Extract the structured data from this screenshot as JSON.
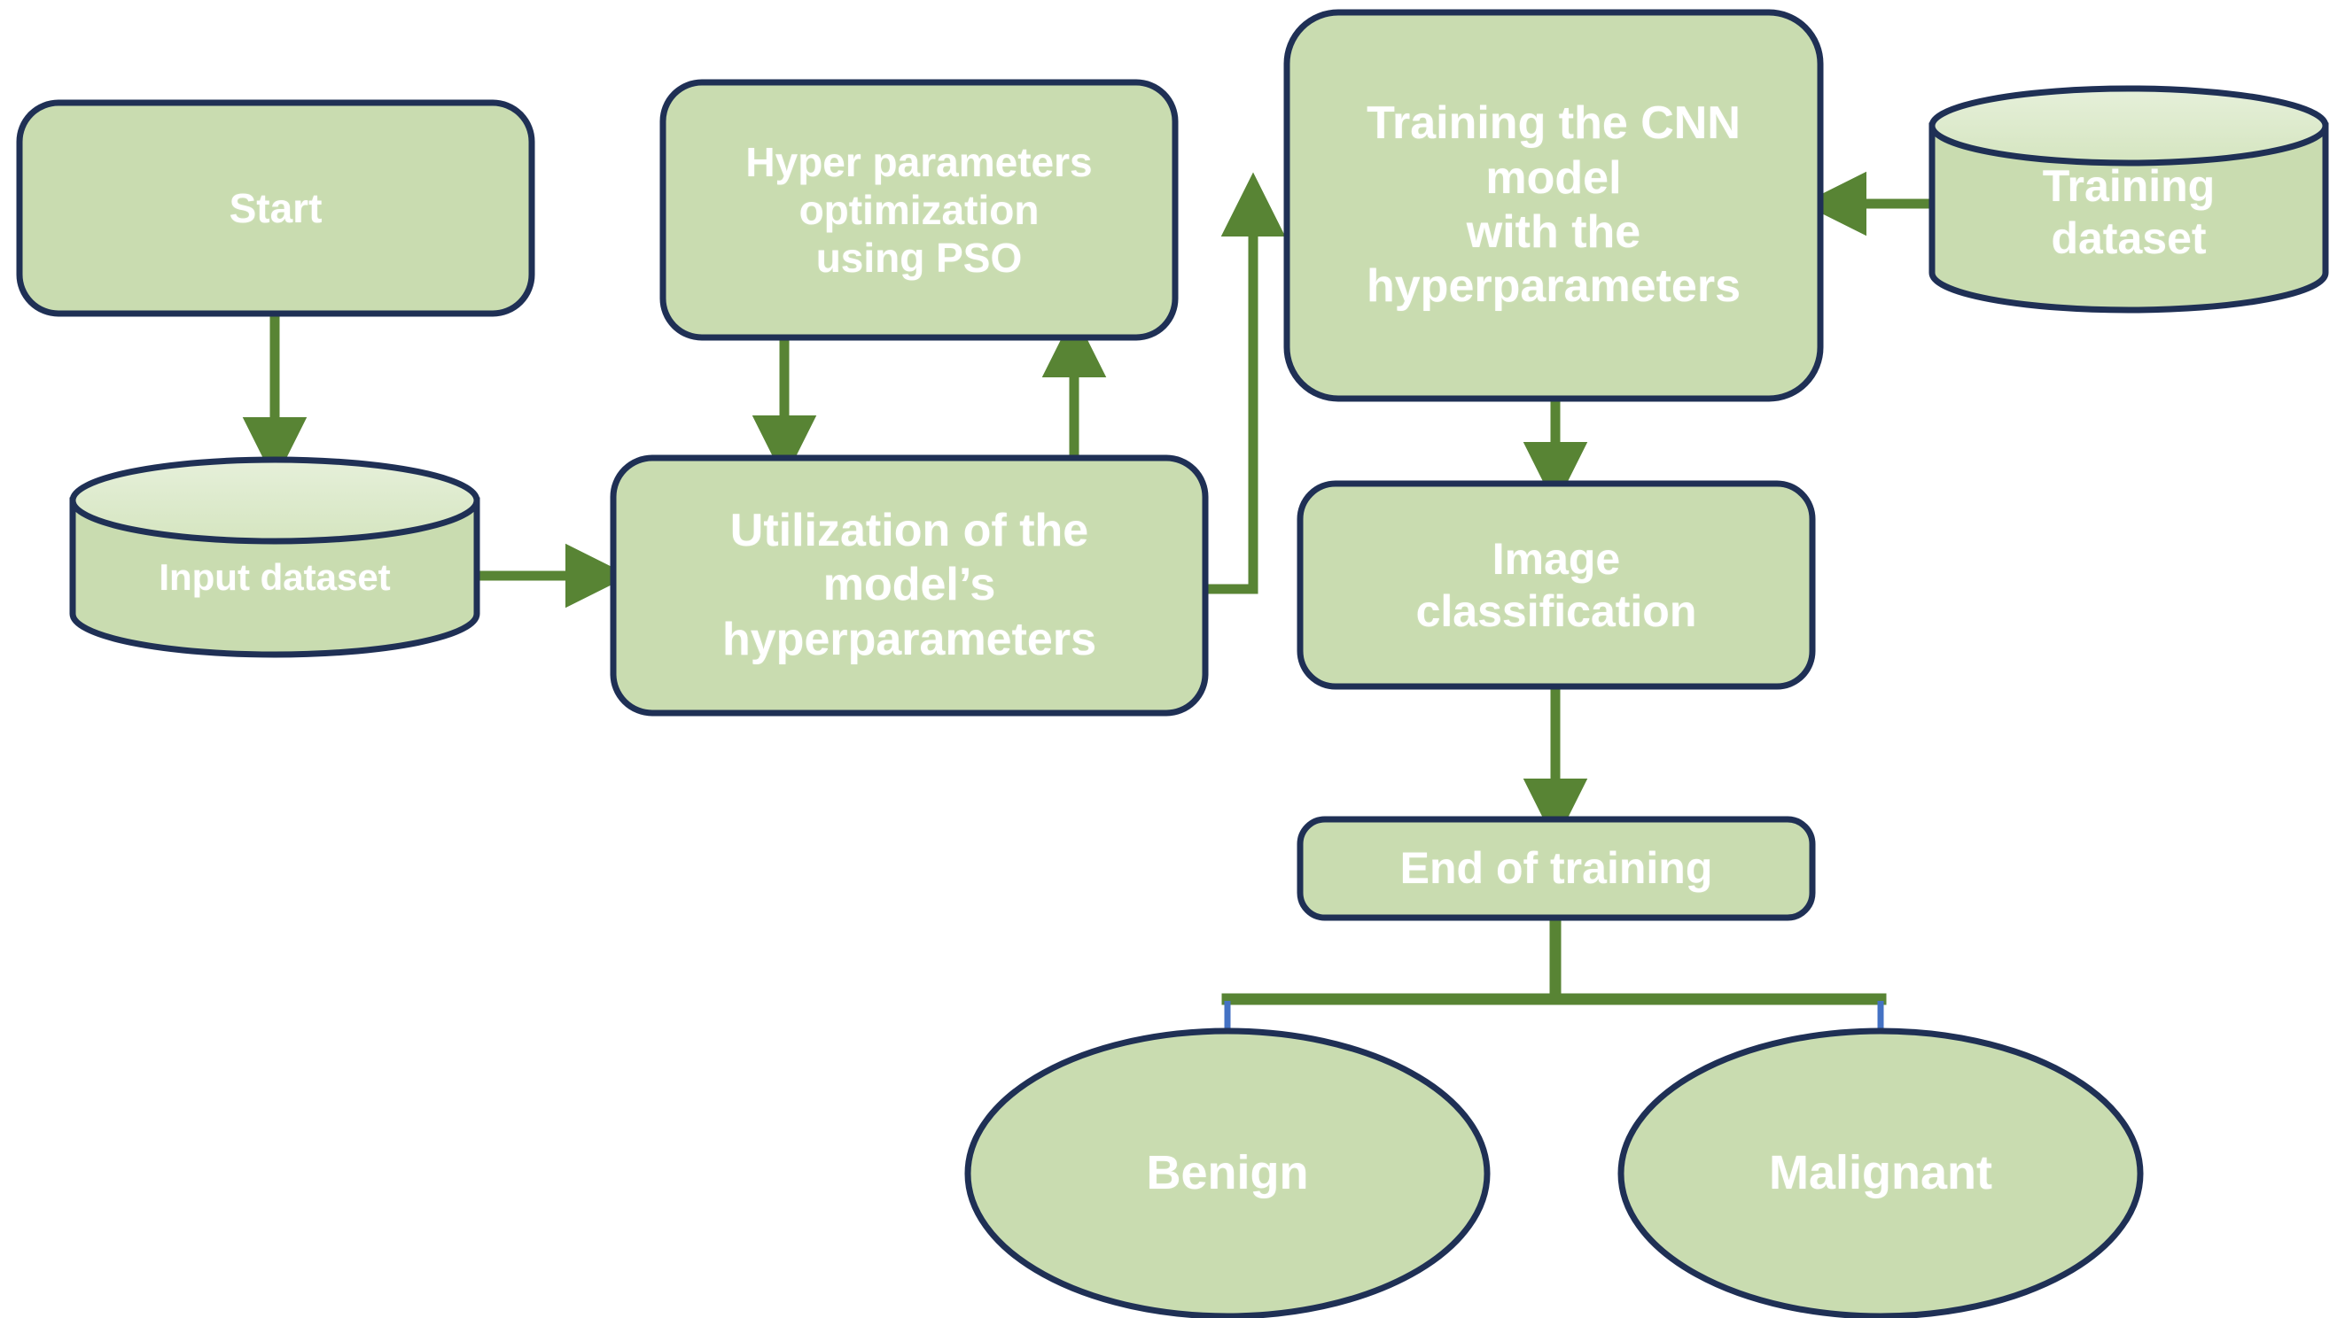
{
  "diagram": {
    "title": "CNN training with PSO hyperparameter optimization flowchart",
    "colors": {
      "node_fill": "#c9dcb0",
      "node_fill_top": "#dfeacd",
      "node_stroke": "#1f3055",
      "arrow_green": "#588434",
      "arrow_blue": "#4472c4",
      "label_text": "#ffffff",
      "background": "#ffffff"
    },
    "nodes": [
      {
        "id": "start",
        "shape": "rounded-rectangle",
        "label": "Start",
        "font_size": 46
      },
      {
        "id": "input-dataset",
        "shape": "cylinder",
        "label": "Input dataset",
        "font_size": 42
      },
      {
        "id": "hyper-parameters-optimization",
        "shape": "rounded-rectangle",
        "label": "Hyper parameters\noptimization\nusing PSO",
        "font_size": 46
      },
      {
        "id": "utilization-of-model-hyperparameters",
        "shape": "rounded-rectangle",
        "label": "Utilization of the\nmodel’s\nhyperparameters",
        "font_size": 52
      },
      {
        "id": "training-the-cnn-model",
        "shape": "rounded-rectangle",
        "label": "Training the CNN\nmodel\nwith the\nhyperparameters",
        "font_size": 52
      },
      {
        "id": "training-dataset",
        "shape": "cylinder",
        "label": "Training\ndataset",
        "font_size": 50
      },
      {
        "id": "image-classification",
        "shape": "rounded-rectangle",
        "label": "Image\nclassification",
        "font_size": 50
      },
      {
        "id": "end-of-training",
        "shape": "rounded-rectangle",
        "label": "End of training",
        "font_size": 50
      },
      {
        "id": "benign",
        "shape": "ellipse",
        "label": "Benign",
        "font_size": 54
      },
      {
        "id": "malignant",
        "shape": "ellipse",
        "label": "Malignant",
        "font_size": 54
      }
    ],
    "edges": [
      {
        "id": "start-to-input-dataset",
        "from": "start",
        "to": "input-dataset",
        "color": "#588434",
        "label": ""
      },
      {
        "id": "input-dataset-to-utilization",
        "from": "input-dataset",
        "to": "utilization-of-model-hyperparameters",
        "color": "#588434",
        "label": ""
      },
      {
        "id": "hyper-parameters-to-utilization",
        "from": "hyper-parameters-optimization",
        "to": "utilization-of-model-hyperparameters",
        "color": "#588434",
        "label": ""
      },
      {
        "id": "utilization-to-hyper-parameters",
        "from": "utilization-of-model-hyperparameters",
        "to": "hyper-parameters-optimization",
        "color": "#588434",
        "label": ""
      },
      {
        "id": "utilization-to-training-cnn",
        "from": "utilization-of-model-hyperparameters",
        "to": "training-the-cnn-model",
        "color": "#588434",
        "label": ""
      },
      {
        "id": "training-dataset-to-training-cnn",
        "from": "training-dataset",
        "to": "training-the-cnn-model",
        "color": "#588434",
        "label": ""
      },
      {
        "id": "training-cnn-to-image-classification",
        "from": "training-the-cnn-model",
        "to": "image-classification",
        "color": "#588434",
        "label": ""
      },
      {
        "id": "image-classification-to-end-of-training",
        "from": "image-classification",
        "to": "end-of-training",
        "color": "#588434",
        "label": ""
      },
      {
        "id": "end-of-training-to-benign",
        "from": "end-of-training",
        "to": "benign",
        "color": "#4472c4",
        "label": ""
      },
      {
        "id": "end-of-training-to-malignant",
        "from": "end-of-training",
        "to": "malignant",
        "color": "#4472c4",
        "label": ""
      }
    ]
  }
}
